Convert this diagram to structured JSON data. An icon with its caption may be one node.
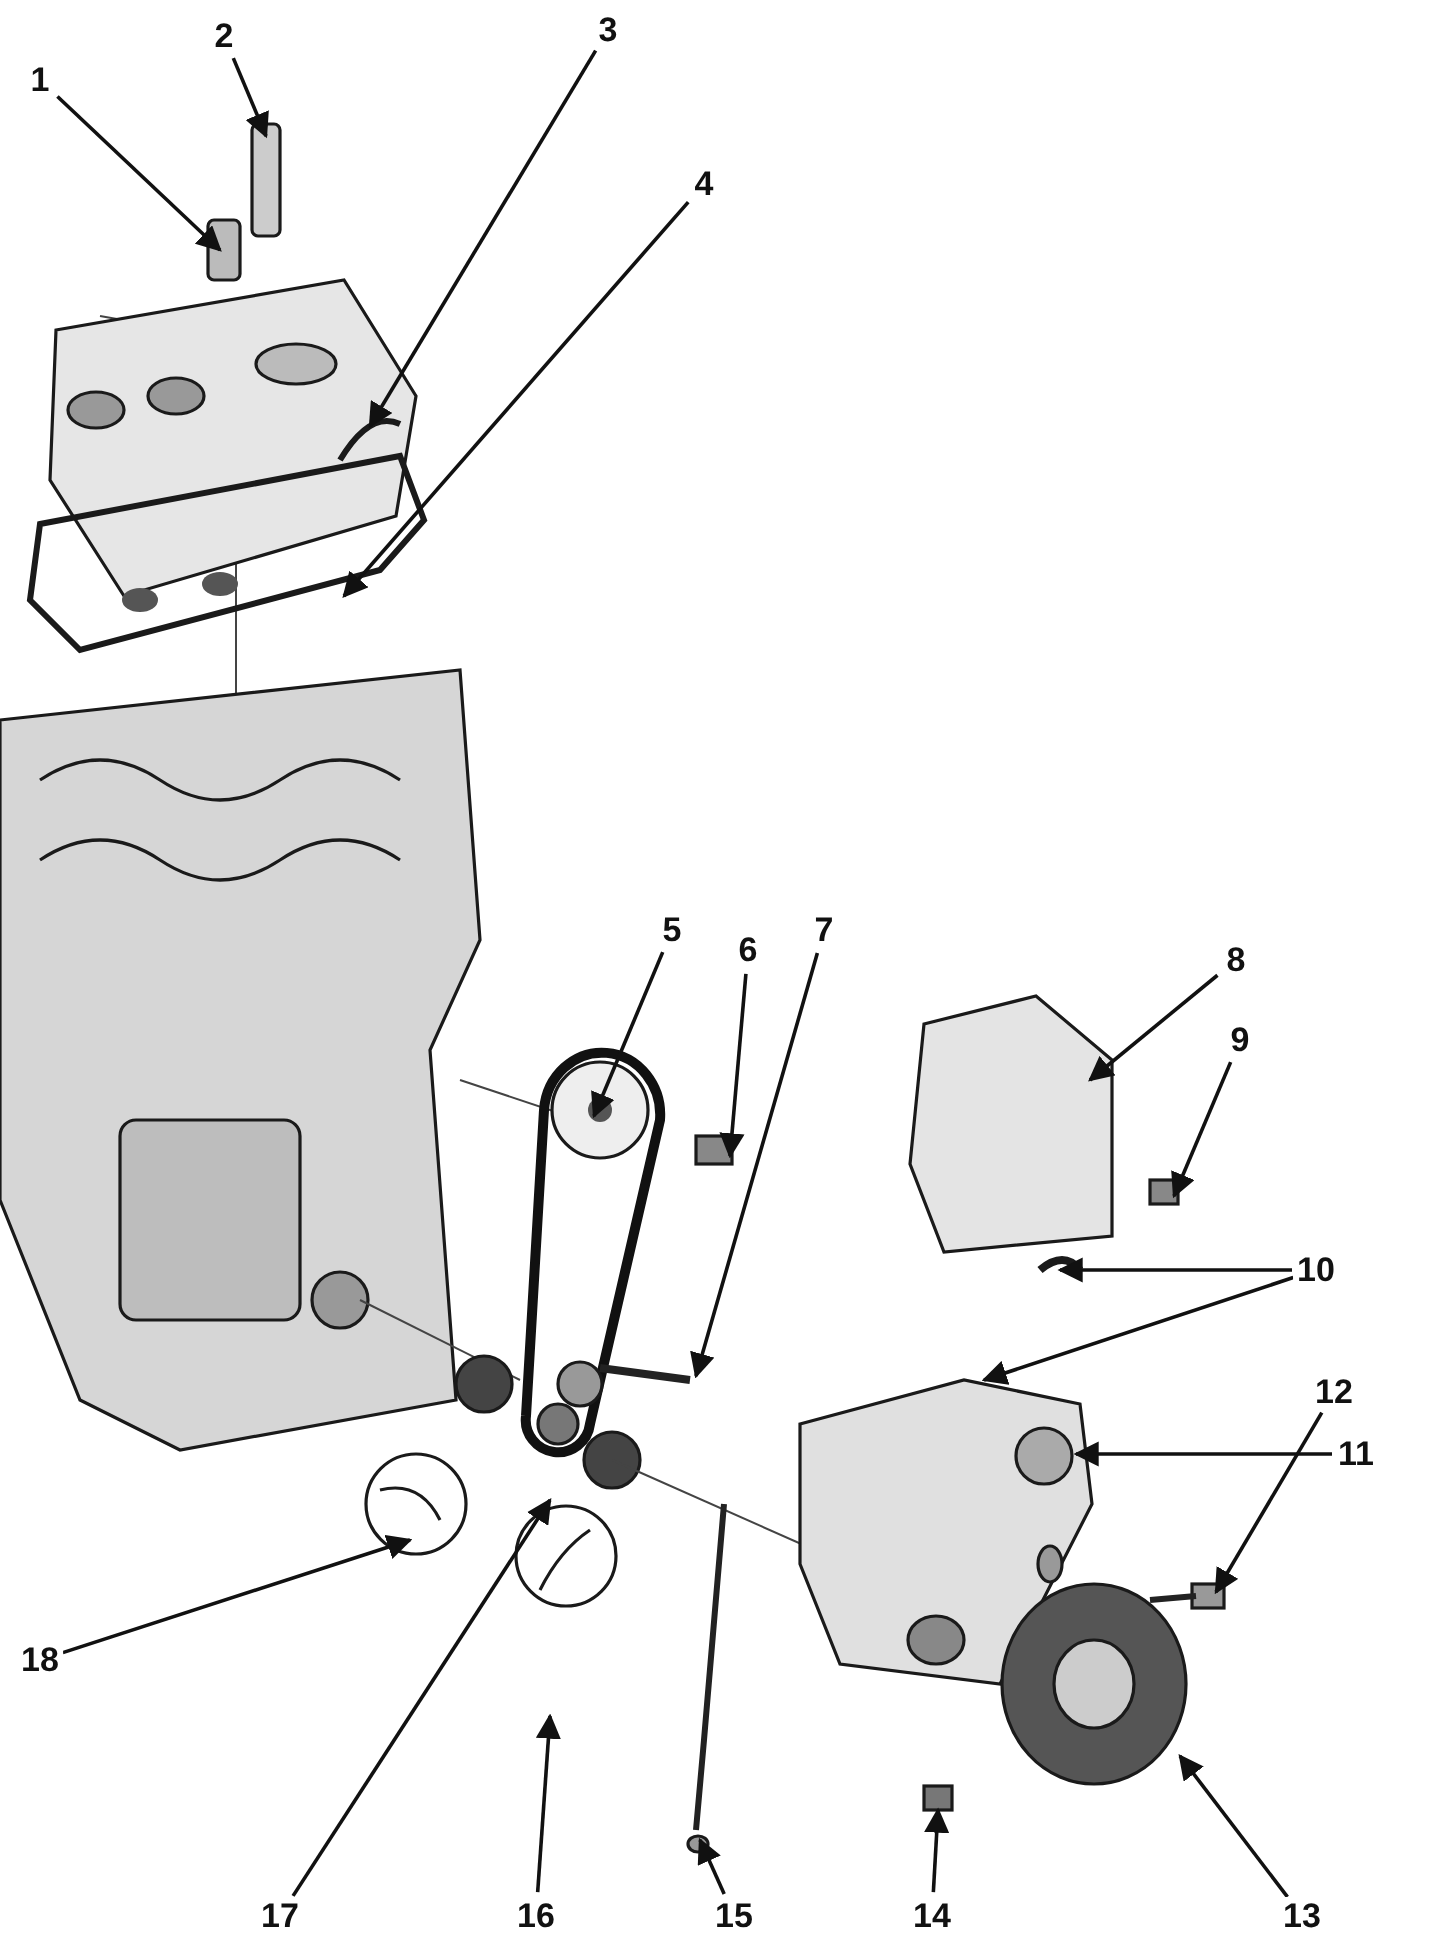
{
  "diagram": {
    "nodes": [
      {
        "text": [
          "1"
        ]
      },
      {
        "text": [
          "2"
        ]
      },
      {
        "text": [
          "3"
        ]
      },
      {
        "text": [
          "4"
        ]
      },
      {
        "text": [
          "5"
        ]
      },
      {
        "text": [
          "6"
        ]
      },
      {
        "text": [
          "7"
        ]
      },
      {
        "text": [
          "8"
        ]
      },
      {
        "text": [
          "9"
        ]
      },
      {
        "text": [
          "10"
        ]
      },
      {
        "text": [
          "11"
        ]
      },
      {
        "text": [
          "12"
        ]
      },
      {
        "text": [
          "13"
        ]
      },
      {
        "text": [
          "14"
        ]
      },
      {
        "text": [
          "15"
        ]
      },
      {
        "text": [
          "16"
        ]
      },
      {
        "text": [
          "17"
        ]
      },
      {
        "text": [
          "18"
        ]
      }
    ],
    "edges": [
      {
        "from": 0,
        "to": null,
        "arrow": "to"
      },
      {
        "from": 1,
        "to": null,
        "arrow": "to"
      },
      {
        "from": 2,
        "to": null,
        "arrow": "to"
      },
      {
        "from": 3,
        "to": null,
        "arrow": "to"
      },
      {
        "from": 4,
        "to": null,
        "arrow": "to"
      },
      {
        "from": 5,
        "to": null,
        "arrow": "to"
      },
      {
        "from": 6,
        "to": null,
        "arrow": "to"
      },
      {
        "from": 7,
        "to": null,
        "arrow": "to"
      },
      {
        "from": 8,
        "to": null,
        "arrow": "to"
      },
      {
        "from": 9,
        "to": null,
        "arrow": "to"
      },
      {
        "from": 9,
        "to": null,
        "arrow": "to"
      },
      {
        "from": 10,
        "to": null,
        "arrow": "to"
      },
      {
        "from": 11,
        "to": null,
        "arrow": "to"
      },
      {
        "from": 12,
        "to": null,
        "arrow": "to"
      },
      {
        "from": 13,
        "to": null,
        "arrow": "to"
      },
      {
        "from": 14,
        "to": null,
        "arrow": "to"
      },
      {
        "from": 15,
        "to": null,
        "arrow": "to"
      },
      {
        "from": 16,
        "to": null,
        "arrow": "to"
      },
      {
        "from": 17,
        "to": null,
        "arrow": "to"
      }
    ]
  }
}
